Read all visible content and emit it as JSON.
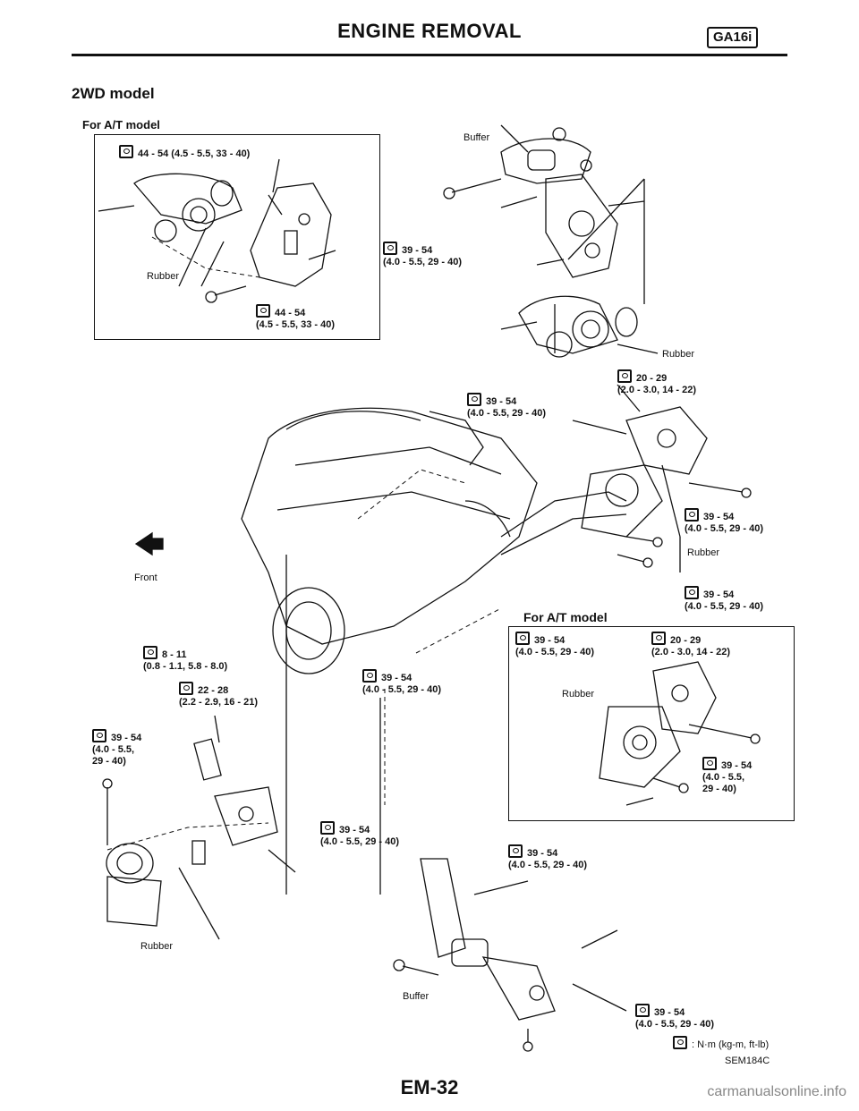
{
  "header": {
    "title": "ENGINE REMOVAL",
    "engine_code": "GA16i"
  },
  "section": {
    "title": "2WD model"
  },
  "subsections": {
    "at_top": "For A/T model",
    "at_right": "For A/T model"
  },
  "parts": {
    "buffer": "Buffer",
    "rubber": "Rubber",
    "front": "Front"
  },
  "torques": {
    "t44_top": "44 - 54 (4.5 - 5.5, 33 - 40)",
    "t44_mid": "44 - 54\n(4.5 - 5.5, 33 - 40)",
    "t39_a": "39 - 54\n(4.0 - 5.5, 29 - 40)",
    "t20_a": "20 - 29\n(2.0 - 3.0, 14 - 22)",
    "t39_b": "39 - 54\n(4.0 - 5.5, 29 - 40)",
    "t39_c": "39 - 54\n(4.0 - 5.5, 29 - 40)",
    "t39_d": "39 - 54\n(4.0 - 5.5, 29 - 40)",
    "t8": "8 - 11\n(0.8 - 1.1, 5.8 - 8.0)",
    "t22": "22 - 28\n(2.2 - 2.9, 16 - 21)",
    "t39_e": "39 - 54\n(4.0 - 5.5, 29 - 40)",
    "t39_f": "39 - 54\n(4.0 - 5.5,\n29 - 40)",
    "t39_g": "39 - 54\n(4.0 - 5.5, 29 - 40)",
    "t39_h": "39 - 54\n(4.0 - 5.5, 29 - 40)",
    "t39_i": "39 - 54\n(4.0 - 5.5, 29 - 40)",
    "t39_j": "39 - 54\n(4.0 - 5.5, 29 - 40)",
    "t20_b": "20 - 29\n(2.0 - 3.0, 14 - 22)",
    "t39_k": "39 - 54\n(4.0 - 5.5,\n29 - 40)"
  },
  "legend": {
    "text": ": N·m (kg-m, ft-lb)"
  },
  "figure_code": "SEM184C",
  "page_number": "EM-32",
  "watermark": "carmanualsonline.info",
  "icons": [
    "torque-wrench-icon",
    "front-arrow-icon"
  ]
}
